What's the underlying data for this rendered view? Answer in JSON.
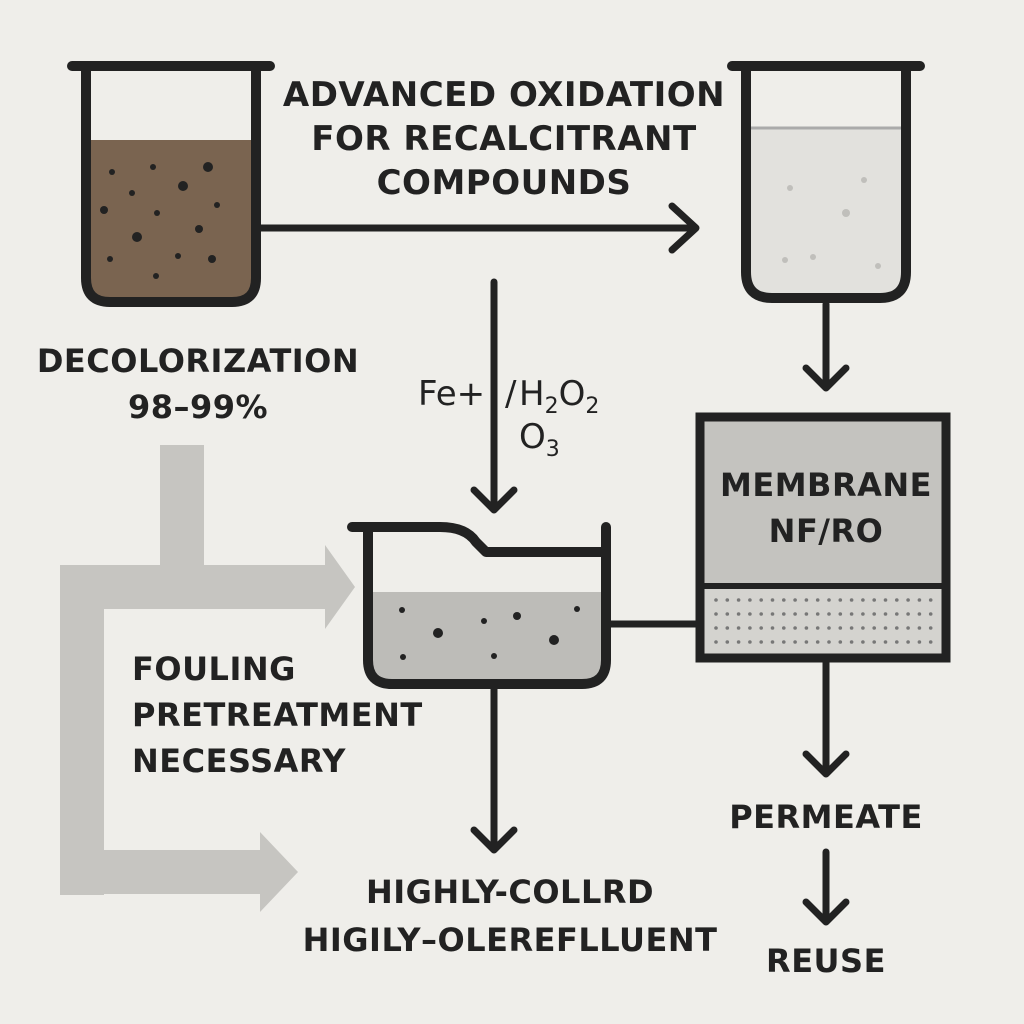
{
  "title": {
    "line1": "ADVANCED OXIDATION",
    "line2": "FOR RECALCITRANT",
    "line3": "COMPOUNDS"
  },
  "decolorization": {
    "line1": "DECOLORIZATION",
    "line2": "98–99%"
  },
  "reagents": {
    "fe": "Fe+",
    "slash": "/",
    "h2o2_h": "H",
    "h2o2_sub1": "2",
    "h2o2_o": "O",
    "h2o2_sub2": "2",
    "o3_o": "O",
    "o3_sub": "3"
  },
  "membrane": {
    "line1": "MEMBRANE",
    "line2": "NF/RO"
  },
  "fouling": {
    "line1": "FOULING",
    "line2": "PRETREATMENT",
    "line3": "NECESSARY"
  },
  "effluent": {
    "line1": "HIGHLY-COLLRD",
    "line2": "HIGILY–OLEREFLLUENT"
  },
  "permeate": "PERMEATE",
  "reuse": "REUSE",
  "colors": {
    "background": "#efeeea",
    "outline": "#222222",
    "brown_liquid": "#7a6450",
    "treated_liquid": "#e2e1dd",
    "tank_liquid": "#bdbcb8",
    "membrane_fill": "#c4c3bf",
    "membrane_bottom": "#d4d3cf",
    "feedback_arrow": "#c6c5c1"
  }
}
